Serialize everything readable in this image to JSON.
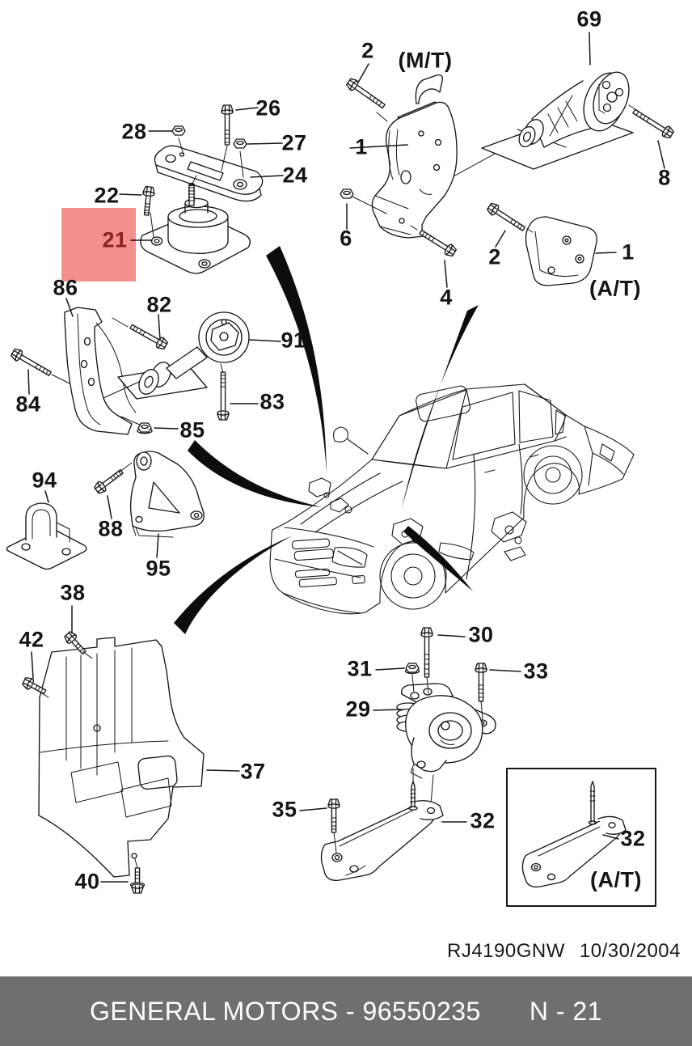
{
  "diagram": {
    "highlight": {
      "color": "#f2908b",
      "label_color": "#8b2420",
      "highlighted_part": "21"
    },
    "labels": {
      "n69": "69",
      "n2a": "2",
      "mt": "(M/T)",
      "n26": "26",
      "n28": "28",
      "n27": "27",
      "n24": "24",
      "n1a": "1",
      "n8": "8",
      "n22": "22",
      "n21": "21",
      "n6": "6",
      "n2b": "2",
      "n1b": "1",
      "n4": "4",
      "at_top": "(A/T)",
      "n86": "86",
      "n82": "82",
      "n91": "91",
      "n84": "84",
      "n83": "83",
      "n85": "85",
      "n94": "94",
      "n88": "88",
      "n95": "95",
      "n38": "38",
      "n42": "42",
      "n30": "30",
      "n31": "31",
      "n33": "33",
      "n29": "29",
      "n37": "37",
      "n35": "35",
      "n32a": "32",
      "n32b": "32",
      "at_bottom": "(A/T)",
      "n40": "40"
    },
    "stamp": {
      "code": "RJ4190GNW",
      "date": "10/30/2004"
    }
  },
  "footer": {
    "left": "GENERAL MOTORS - 96550235",
    "right": "N - 21",
    "bar_color": "#6f6f6f"
  }
}
